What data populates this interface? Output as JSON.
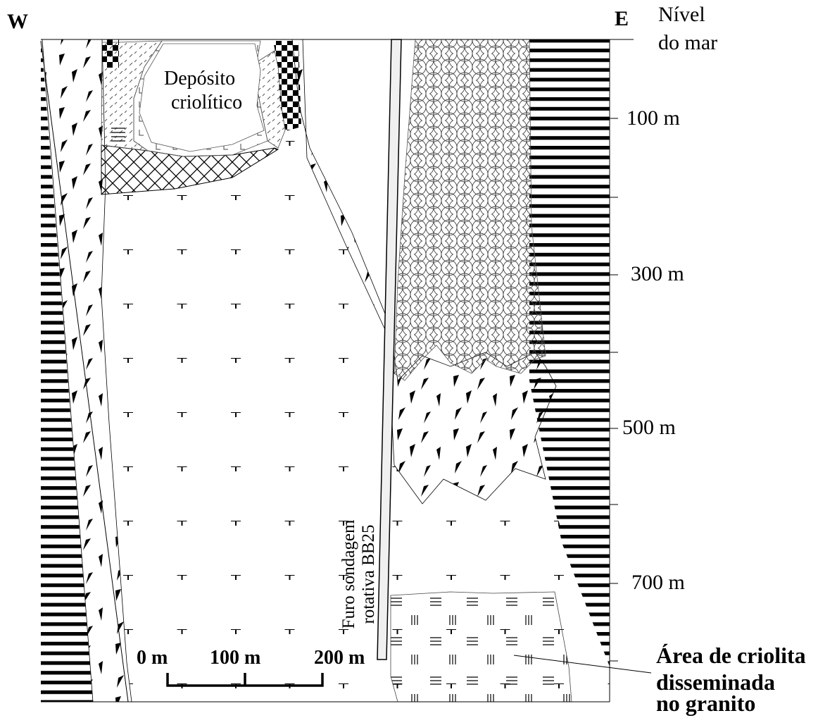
{
  "orientation": {
    "west": "W",
    "east": "E"
  },
  "sea_level": {
    "line1": "Nível",
    "line2": "do mar"
  },
  "depth_labels": [
    "100 m",
    "300 m",
    "500 m",
    "700 m"
  ],
  "deposit": {
    "line1": "Depósito",
    "line2": "criolítico"
  },
  "borehole": {
    "line1": "Furo sondagem",
    "line2": "rotativa BB25"
  },
  "scale_bar": {
    "labels": [
      "0 m",
      "100 m",
      "200 m"
    ]
  },
  "annotation": {
    "line1": "Área de criolita",
    "line2": "disseminada",
    "line3": "no granito"
  }
}
